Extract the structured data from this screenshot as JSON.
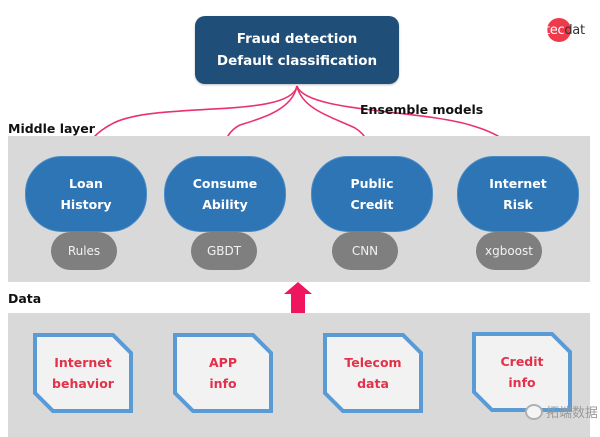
{
  "top_box": {
    "line1": "Fraud detection",
    "line2": "Default classification"
  },
  "logo": {
    "text_highlight": "tec",
    "text_rest": "dat",
    "circle_color": "#ee3b4c"
  },
  "labels": {
    "ensemble": "Ensemble models",
    "middle_layer": "Middle layer",
    "data": "Data"
  },
  "middle_layer": {
    "nodes": [
      {
        "line1": "Loan",
        "line2": "History",
        "model": "Rules"
      },
      {
        "line1": "Consume",
        "line2": "Ability",
        "model": "GBDT"
      },
      {
        "line1": "Public",
        "line2": "Credit",
        "model": "CNN"
      },
      {
        "line1": "Internet",
        "line2": "Risk",
        "model": "xgboost"
      }
    ]
  },
  "data_layer": {
    "sources": [
      {
        "line1": "Internet",
        "line2": "behavior"
      },
      {
        "line1": "APP",
        "line2": "info"
      },
      {
        "line1": "Telecom",
        "line2": "data"
      },
      {
        "line1": "Credit",
        "line2": "info"
      }
    ]
  },
  "watermark": {
    "text": "拓端数据"
  },
  "colors": {
    "top_box": "#1f4e79",
    "oval": "#2e75b6",
    "pill": "#7f7f7f",
    "panel": "#d9d9d9",
    "connector": "#e8336d",
    "arrow": "#f0155f",
    "card_border": "#5b9bd5",
    "card_text": "#e3314a"
  }
}
